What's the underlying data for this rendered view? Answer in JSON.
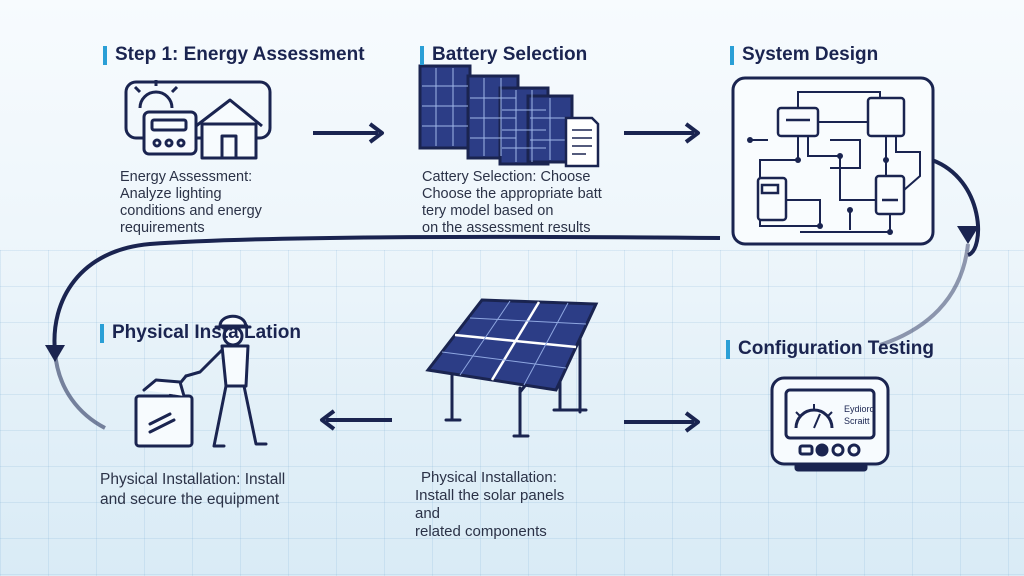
{
  "steps": {
    "energy_assessment": {
      "title": "Step 1: Energy Assessment",
      "desc": [
        "Energy Assessment:",
        "Analyze lighting",
        "conditions and energy",
        "requirements"
      ]
    },
    "battery_selection": {
      "title": "Battery Selection",
      "desc": [
        "Cattery Selection: Choose",
        "Choose the appropriate batt",
        "tery model based on",
        "on the assessment results"
      ]
    },
    "system_design": {
      "title": "System Design"
    },
    "configuration_testing": {
      "title": "Configuration Testing",
      "screen_text": [
        "Eydioro",
        "Scraitt"
      ]
    },
    "solar_installation": {
      "desc": [
        "Physical Installation:",
        "Install the solar panels",
        "and",
        "related components"
      ]
    },
    "physical_installation": {
      "title": "Physical Insta Lation",
      "desc": [
        "Physical Installation: Install",
        "and secure the equipment"
      ]
    }
  },
  "colors": {
    "ink": "#1a2450",
    "accent": "#2a9fd6",
    "panel": "#2c3d86"
  }
}
